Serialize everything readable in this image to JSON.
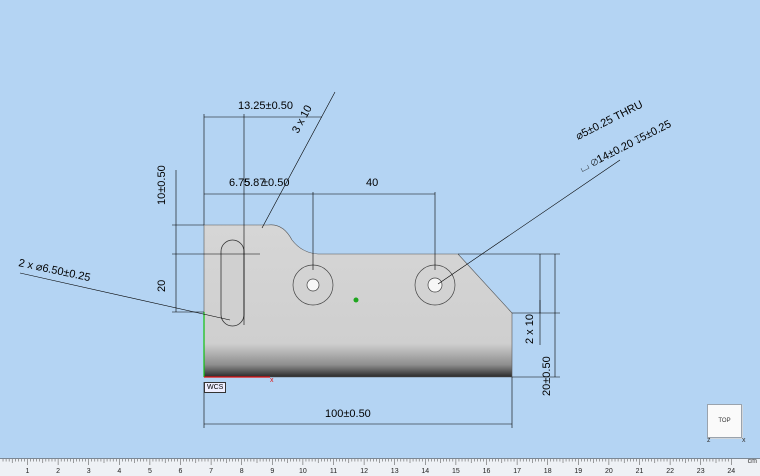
{
  "dimensions": {
    "top_width": "13.25±0.50",
    "slot_count": "3 x 10",
    "height_10": "10±0.50",
    "overlap_a": "6.75",
    "overlap_b": "5.87",
    "overlap_c": "±0.50",
    "spacing": "40",
    "hole_pair": "2 x ⌀6.50±0.25",
    "left_height": "20",
    "hole_thru": "⌀5±0.25 THRU",
    "counterbore": "⌴ ⌀14±0.20 ↧5±0.25",
    "right_step": "2 x 10",
    "right_height": "20±0.50",
    "overall_width": "100±0.50"
  },
  "wcs_label": "WCS",
  "view_cube": {
    "face": "TOP",
    "z_label": "z",
    "x_label": "x"
  },
  "ruler": {
    "unit": "cm",
    "labels": [
      "1",
      "2",
      "3",
      "4",
      "5",
      "6",
      "7",
      "8",
      "9",
      "10",
      "11",
      "12",
      "13",
      "14",
      "15",
      "16",
      "17",
      "18",
      "19",
      "20",
      "21",
      "22",
      "23",
      "24"
    ]
  },
  "colors": {
    "background": "#b4d4f3",
    "part_fill": "#d3d3d3",
    "part_bottom": "#333333",
    "origin_dot": "#1fa61f",
    "x_axis": "#e01010",
    "y_axis": "#10c010"
  }
}
